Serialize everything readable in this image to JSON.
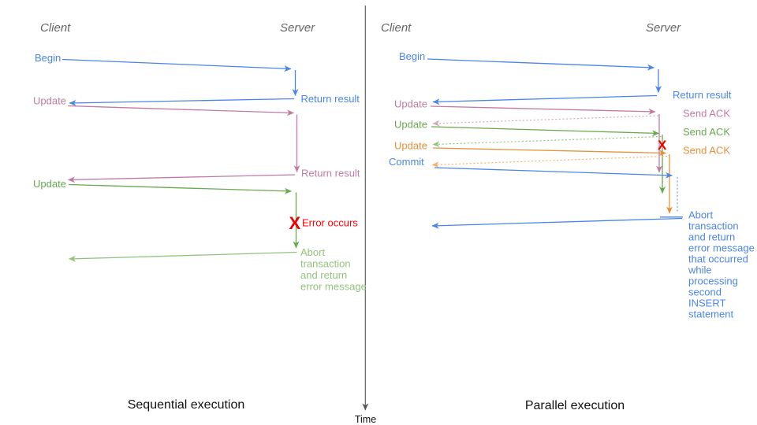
{
  "left_panel": {
    "title": "Sequential execution",
    "client_header": "Client",
    "server_header": "Server",
    "begin_label": "Begin",
    "return_result_1": "Return result",
    "update_1": "Update",
    "return_result_2": "Return result",
    "update_2": "Update",
    "error_mark": "X",
    "error_label": "Error occurs",
    "abort_lines": [
      "Abort",
      "transaction",
      "and return",
      "error message"
    ]
  },
  "right_panel": {
    "title": "Parallel execution",
    "client_header": "Client",
    "server_header": "Server",
    "begin_label": "Begin",
    "return_result": "Return result",
    "update_1": "Update",
    "update_2": "Update",
    "update_3": "Update",
    "commit_label": "Commit",
    "send_ack_1": "Send ACK",
    "send_ack_2": "Send ACK",
    "send_ack_3": "Send ACK",
    "error_mark": "X",
    "abort_lines": [
      "Abort",
      "transaction",
      "and return",
      "error message",
      "that occurred",
      "while",
      "processing",
      "second",
      "INSERT",
      "statement"
    ]
  },
  "time_axis": {
    "label": "Time"
  },
  "palette": {
    "blue": "#4a86e8",
    "light_blue": "#6d9eeb",
    "pink": "#c27ba0",
    "light_pink": "#d5a6bd",
    "green": "#6aa84f",
    "light_green": "#93c47d",
    "orange": "#e69138",
    "light_orange": "#f6b26b",
    "red": "#ff0000",
    "header_gray": "#666666",
    "title_black": "#111111",
    "axis_gray": "#555555"
  }
}
